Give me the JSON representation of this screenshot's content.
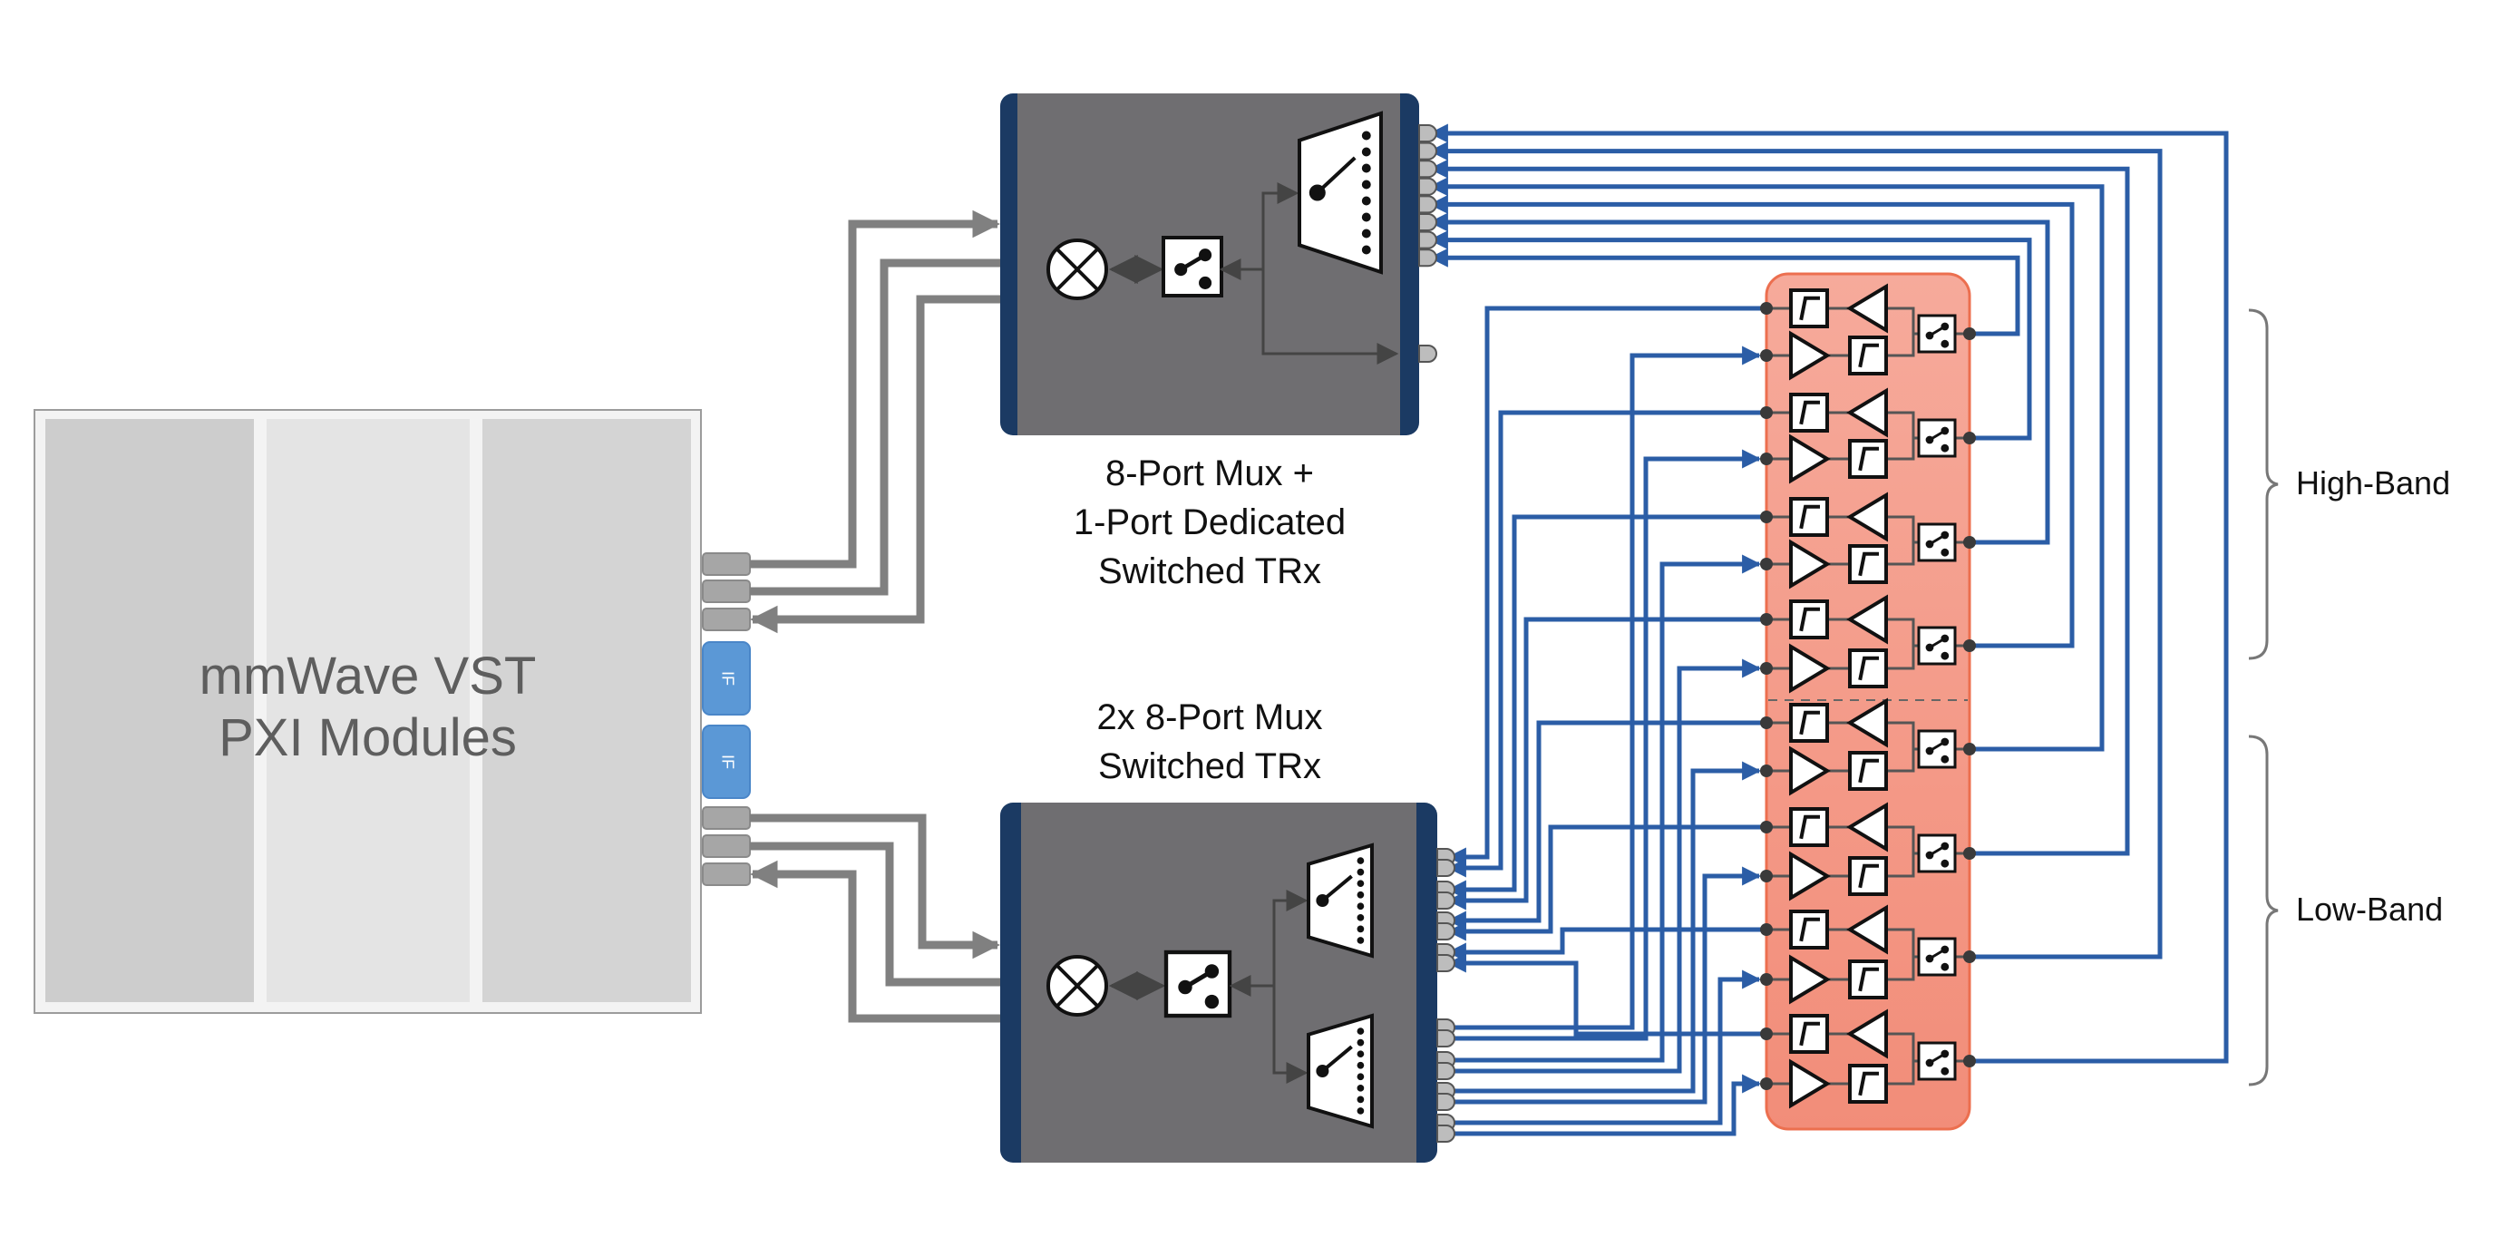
{
  "vst": {
    "title_line1": "mmWave VST",
    "title_line2": "PXI Modules",
    "if_connector_label": "IF",
    "if_connector_count": 2,
    "rf_connectors_per_group": 3
  },
  "mux_top": {
    "label_line1": "8-Port Mux +",
    "label_line2": "1-Port Dedicated",
    "label_line3": "Switched TRx",
    "mux_ports": 8,
    "dedicated_ports": 1
  },
  "mux_bottom": {
    "label_line1": "2x 8-Port Mux",
    "label_line2": "Switched TRx",
    "mux_count": 2,
    "mux_ports": 8
  },
  "frontend": {
    "channels": 8,
    "high_band_channels": 4,
    "low_band_channels": 4
  },
  "bands": {
    "high": "High-Band",
    "low": "Low-Band"
  },
  "colors": {
    "mux_body": "#6f6e71",
    "mux_rail": "#1b3a63",
    "cable_gray": "#808080",
    "wire_blue": "#2b5da6",
    "if_blue": "#5b98d6",
    "frontend_fill": "#f4a090",
    "frontend_border": "#ec6f4f",
    "vst_slot_dark": "#cdcdcd",
    "vst_slot_light": "#e4e4e4"
  },
  "icons": {
    "mixer": "mixer-icon",
    "switch": "spdt-switch-icon",
    "mux": "sp8t-mux-icon",
    "filter": "highpass-filter-icon",
    "amp_tx": "amplifier-icon",
    "amp_rx": "lna-icon"
  }
}
